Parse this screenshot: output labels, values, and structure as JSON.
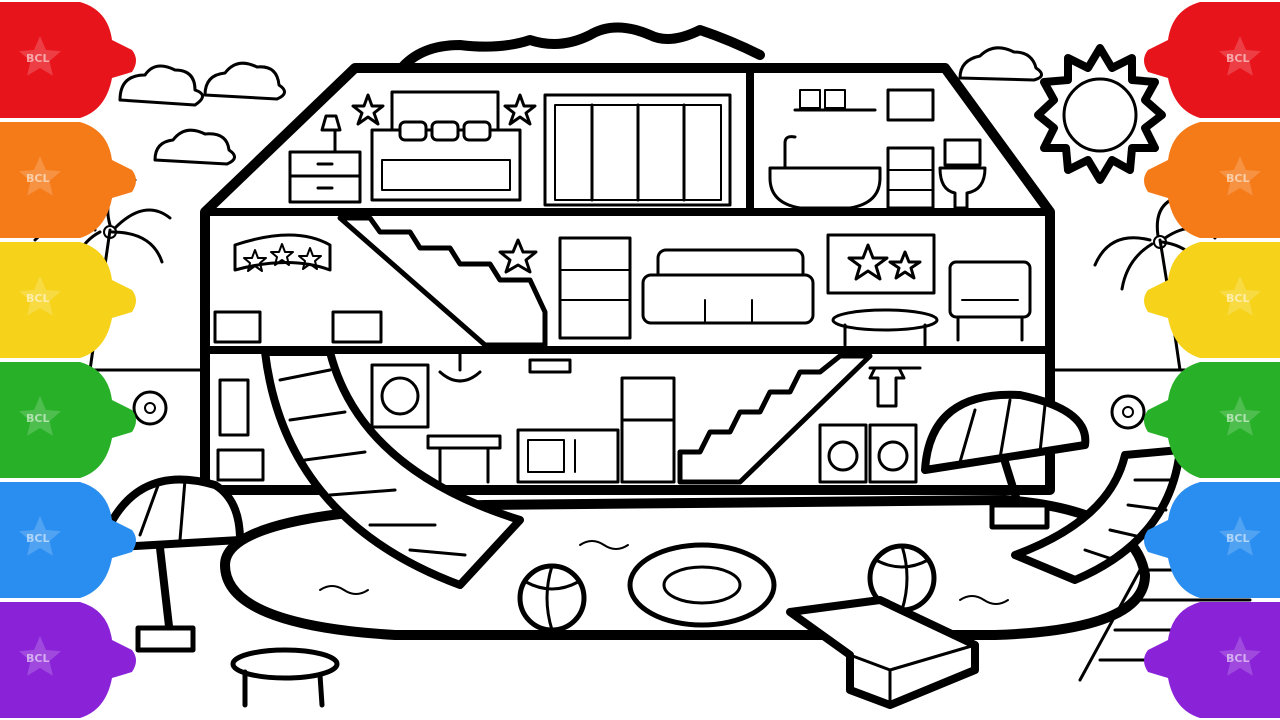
{
  "image": {
    "description_type": "coloring-page",
    "marker_brand_label": "BCL"
  },
  "markers_left": [
    {
      "color_name": "red",
      "hex": "#e8141c"
    },
    {
      "color_name": "orange",
      "hex": "#f57a18"
    },
    {
      "color_name": "yellow",
      "hex": "#f7d21a"
    },
    {
      "color_name": "green",
      "hex": "#28b028"
    },
    {
      "color_name": "blue",
      "hex": "#2a8ef0"
    },
    {
      "color_name": "purple",
      "hex": "#8a22d8"
    }
  ],
  "markers_right": [
    {
      "color_name": "red",
      "hex": "#e8141c"
    },
    {
      "color_name": "orange",
      "hex": "#f57a18"
    },
    {
      "color_name": "yellow",
      "hex": "#f7d21a"
    },
    {
      "color_name": "green",
      "hex": "#28b028"
    },
    {
      "color_name": "blue",
      "hex": "#2a8ef0"
    },
    {
      "color_name": "purple",
      "hex": "#8a22d8"
    }
  ],
  "icons": {
    "sun": "sun-icon",
    "cloud": "cloud-icon",
    "palm": "palm-tree-icon",
    "umbrella": "beach-umbrella-icon",
    "ball": "beach-ball-icon",
    "ring": "swim-ring-icon",
    "star": "star-icon"
  }
}
